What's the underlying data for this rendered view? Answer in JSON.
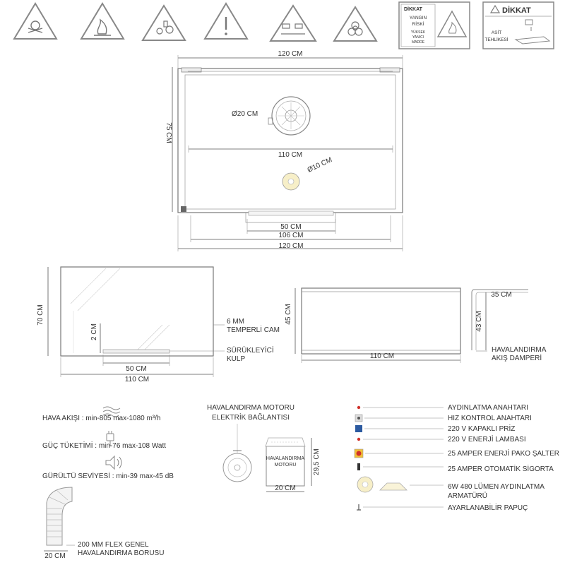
{
  "warning_icons": [
    {
      "name": "toxic-skull-icon",
      "glyph": "☠"
    },
    {
      "name": "flammable-icon",
      "glyph": "🔥"
    },
    {
      "name": "oxidizer-icon",
      "glyph": "⚗"
    },
    {
      "name": "general-warning-icon",
      "glyph": "!"
    },
    {
      "name": "corrosive-icon",
      "glyph": "⚠"
    },
    {
      "name": "biohazard-icon",
      "glyph": "☣"
    }
  ],
  "signs": {
    "fire_sign": {
      "header": "DİKKAT",
      "line1": "YANGIN",
      "line2": "RİSKİ",
      "line3": "YÜKSEK",
      "line4": "YANICI",
      "line5": "MADDE"
    },
    "acid_sign": {
      "header": "DİKKAT",
      "line1": "ASİT",
      "line2": "TEHLİKESİ"
    }
  },
  "top_view": {
    "width_top": "120 CM",
    "height_left": "75 CM",
    "fan_diameter": "Ø20 CM",
    "inner_width": "110 CM",
    "lamp_diameter": "Ø10 CM",
    "handle_width": "50 CM",
    "bottom_106": "106 CM",
    "bottom_120": "120 CM"
  },
  "front_glass": {
    "height": "70 CM",
    "handle_height": "2 CM",
    "handle_width": "50 CM",
    "glass_width": "110 CM",
    "glass_label_1": "6 MM",
    "glass_label_2": "TEMPERLİ CAM",
    "handle_label_1": "SÜRÜKLEYİCİ",
    "handle_label_2": "KULP"
  },
  "side_view": {
    "height": "45 CM",
    "width": "110 CM",
    "damper_depth": "35 CM",
    "damper_height": "43 CM",
    "damper_label_1": "HAVALANDIRMA",
    "damper_label_2": "AKIŞ DAMPERİ"
  },
  "specs": [
    {
      "icon": "airflow-icon",
      "text": "HAVA AKIŞI : min-805 max-1080 m³/h"
    },
    {
      "icon": "plug-icon",
      "text": "GÜÇ TÜKETİMİ : min-76 max-108 Watt"
    },
    {
      "icon": "speaker-icon",
      "text": "GÜRÜLTÜ SEVİYESİ : min-39 max-45 dB"
    }
  ],
  "flex_pipe": {
    "label_1": "200 MM FLEX GENEL",
    "label_2": "HAVALANDIRMA BORUSU",
    "width": "20 CM"
  },
  "motor": {
    "title_1": "HAVALANDIRMA MOTORU",
    "title_2": "ELEKTRİK BAĞLANTISI",
    "body_label_1": "HAVALANDIRMA",
    "body_label_2": "MOTORU",
    "height": "29,5 CM",
    "width": "20 CM"
  },
  "components": [
    {
      "name": "light-switch",
      "label": "AYDINLATMA ANAHTARI"
    },
    {
      "name": "speed-control-switch",
      "label": "HIZ KONTROL ANAHTARI"
    },
    {
      "name": "covered-socket",
      "label": "220 V KAPAKLI PRİZ"
    },
    {
      "name": "power-lamp",
      "label": "220 V ENERJİ LAMBASI"
    },
    {
      "name": "pako-switch",
      "label": "25 AMPER ENERJİ PAKO ŞALTER"
    },
    {
      "name": "auto-fuse",
      "label": "25 AMPER OTOMATİK SİGORTA"
    },
    {
      "name": "lighting-fixture",
      "label": "6W 480 LÜMEN AYDINLATMA",
      "label_2": "ARMATÜRÜ"
    },
    {
      "name": "adjustable-foot",
      "label": "AYARLANABİLİR PAPUÇ"
    }
  ],
  "colors": {
    "line": "#555555",
    "red_indicator": "#d0302a",
    "blue_socket": "#2c5aa0",
    "lamp_yellow": "#f2e3a0"
  }
}
